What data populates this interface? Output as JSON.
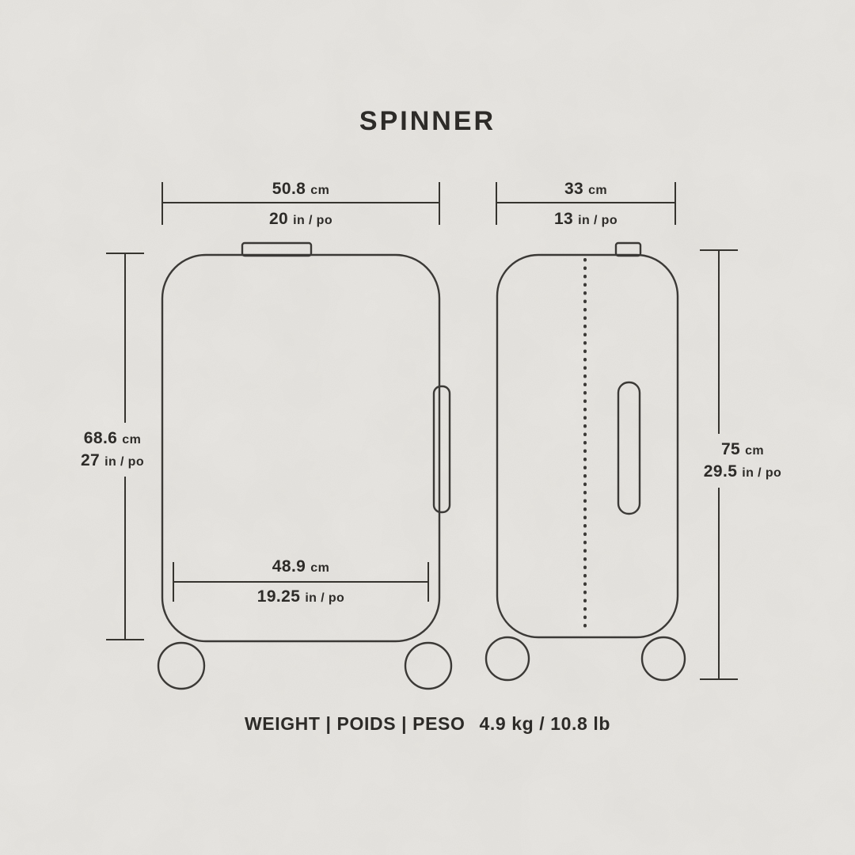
{
  "title": "SPINNER",
  "colors": {
    "background": "#e9e7e3",
    "ink": "#2d2b28",
    "line": "#3b3936"
  },
  "dimensions": {
    "front_width": {
      "metric_value": "50.8",
      "metric_unit": "cm",
      "imperial_value": "20",
      "imperial_unit": "in / po"
    },
    "side_depth": {
      "metric_value": "33",
      "metric_unit": "cm",
      "imperial_value": "13",
      "imperial_unit": "in / po"
    },
    "body_height": {
      "metric_value": "68.6",
      "metric_unit": "cm",
      "imperial_value": "27",
      "imperial_unit": "in / po"
    },
    "total_height": {
      "metric_value": "75",
      "metric_unit": "cm",
      "imperial_value": "29.5",
      "imperial_unit": "in / po"
    },
    "base_width": {
      "metric_value": "48.9",
      "metric_unit": "cm",
      "imperial_value": "19.25",
      "imperial_unit": "in / po"
    }
  },
  "weight": {
    "labels": "WEIGHT | POIDS | PESO",
    "value": "4.9 kg / 10.8 lb"
  }
}
